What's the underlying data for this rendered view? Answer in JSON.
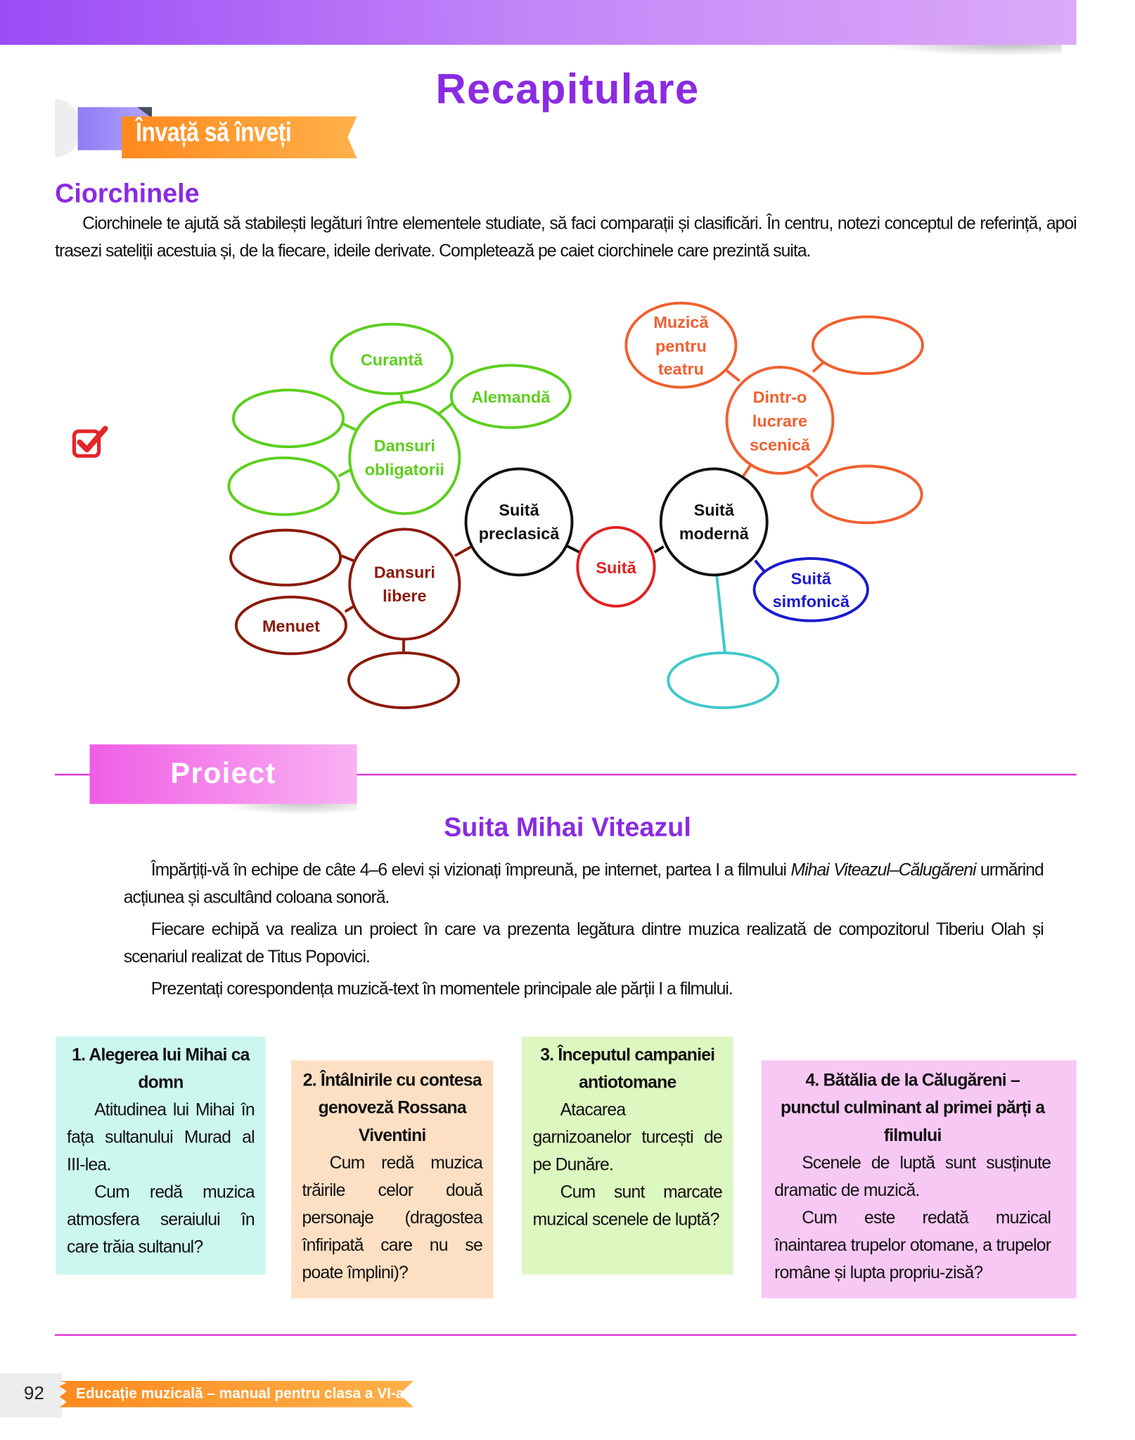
{
  "header": {
    "title": "Recapitulare",
    "banner": "Învață să înveți"
  },
  "section1": {
    "heading": "Ciorchinele",
    "paragraph": "Ciorchinele te ajută să stabilești legături între elementele studiate, să faci comparații și clasificări. În centru, notezi conceptul de referință, apoi trasezi sateliții acestuia și, de la fiecare, ideile derivate. Completează pe caiet ciorchinele care prezintă suita.",
    "check_icon": "checkbox-checked-icon"
  },
  "diagram": {
    "colors": {
      "green": "#5ccf1e",
      "black": "#111111",
      "red": "#e02020",
      "orange": "#f06030",
      "blue": "#1a1acc",
      "cyan": "#40c8c8",
      "brown": "#8b1a0a"
    },
    "center": "Suită",
    "preclasica": [
      "Suită",
      "preclasică"
    ],
    "moderna": [
      "Suită",
      "modernă"
    ],
    "obligatorii": [
      "Dansuri",
      "obligatorii"
    ],
    "curanta": "Curantă",
    "alemanda": "Alemandă",
    "libere": [
      "Dansuri",
      "libere"
    ],
    "menuet": "Menuet",
    "scenica": [
      "Dintr-o",
      "lucrare",
      "scenică"
    ],
    "teatru": [
      "Muzică",
      "pentru",
      "teatru"
    ],
    "simfonica": [
      "Suită",
      "simfonică"
    ]
  },
  "project": {
    "label": "Proiect",
    "title": "Suita Mihai Viteazul",
    "p1_a": "Împărțiți-vă în echipe de câte 4–6 elevi și vizionați împreună, pe internet, partea I a filmului ",
    "p1_italic": "Mihai Viteazul–Călugăreni",
    "p1_b": " urmărind acțiunea și ascultând coloana sonoră.",
    "p2": "Fiecare echipă va realiza un proiect în care va prezenta legătura dintre muzica realizată de compozitorul Tiberiu Olah și scenariul realizat de Titus Popovici.",
    "p3": "Prezentați corespondența muzică-text în momentele principale ale părții I a filmului.",
    "cards": [
      {
        "title": "1. Alegerea lui Mihai ca domn",
        "paras": [
          "Atitudinea lui Mihai în fața sultanului Murad al III-lea.",
          "Cum redă muzica atmosfera seraiului în care trăia sultanul?"
        ],
        "color": "#ccf7ef"
      },
      {
        "title": "2. Întâlnirile cu contesa genoveză Rossana Viventini",
        "paras": [
          "Cum redă muzica trăirile celor două personaje (dragostea înfiripată care nu se poate împlini)?"
        ],
        "color": "#fde0c4"
      },
      {
        "title": "3. Începutul campaniei antiotomane",
        "paras": [
          "Atacarea garnizoanelor turcești de pe Dunăre.",
          "Cum sunt marcate muzical scenele de luptă?"
        ],
        "color": "#ddf7c0"
      },
      {
        "title": "4. Bătălia de la Călugăreni – punctul culminant al primei părți a filmului",
        "paras": [
          "Scenele de luptă sunt susținute dramatic de muzică.",
          "Cum este redată muzical înaintarea trupelor otomane, a trupelor române și lupta propriu-zisă?"
        ],
        "color": "#f8c8f4"
      }
    ]
  },
  "footer": {
    "page_number": "92",
    "book_title": "Educație muzicală – manual pentru clasa a VI-a"
  }
}
